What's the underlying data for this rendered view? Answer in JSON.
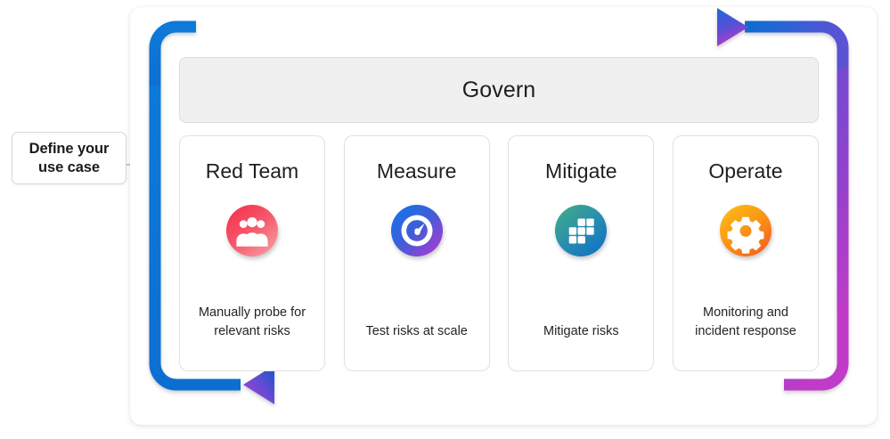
{
  "callout": {
    "name": "define-your-use-case",
    "line1": "Define your",
    "line2": "use case",
    "arrow_icon": "arrow-right-icon"
  },
  "lifecycle": {
    "loop_icon": "cyclical-loop-arrows",
    "arrow_top_icon": "arrow-right-icon",
    "arrow_bottom_icon": "arrow-left-icon",
    "colors": {
      "blue": "#0a6ed1",
      "blue_bright": "#0f7ad8",
      "indigo": "#4a5fd0",
      "purple": "#7b45c9",
      "violet": "#9b3fd0",
      "magenta": "#c03bc8"
    }
  },
  "govern": {
    "label": "Govern",
    "background": "#f0f0f0",
    "border": "#dcdcdc"
  },
  "stages": [
    {
      "id": "red-team",
      "title": "Red Team",
      "description": "Manually probe for relevant risks",
      "icon": "people-group-icon",
      "icon_color_start": "#f5334f",
      "icon_color_end": "#f98a92"
    },
    {
      "id": "measure",
      "title": "Measure",
      "description": "Test risks at scale",
      "icon": "gauge-speedometer-icon",
      "icon_color_start": "#1a72e8",
      "icon_color_end": "#9b3fd0"
    },
    {
      "id": "mitigate",
      "title": "Mitigate",
      "description": "Mitigate risks",
      "icon": "blocks-grid-icon",
      "icon_color_start": "#3aa38d",
      "icon_color_end": "#1273c4"
    },
    {
      "id": "operate",
      "title": "Operate",
      "description": "Monitoring and incident response",
      "icon": "gear-icon",
      "icon_color_start": "#fcb215",
      "icon_color_end": "#f7651a"
    }
  ]
}
